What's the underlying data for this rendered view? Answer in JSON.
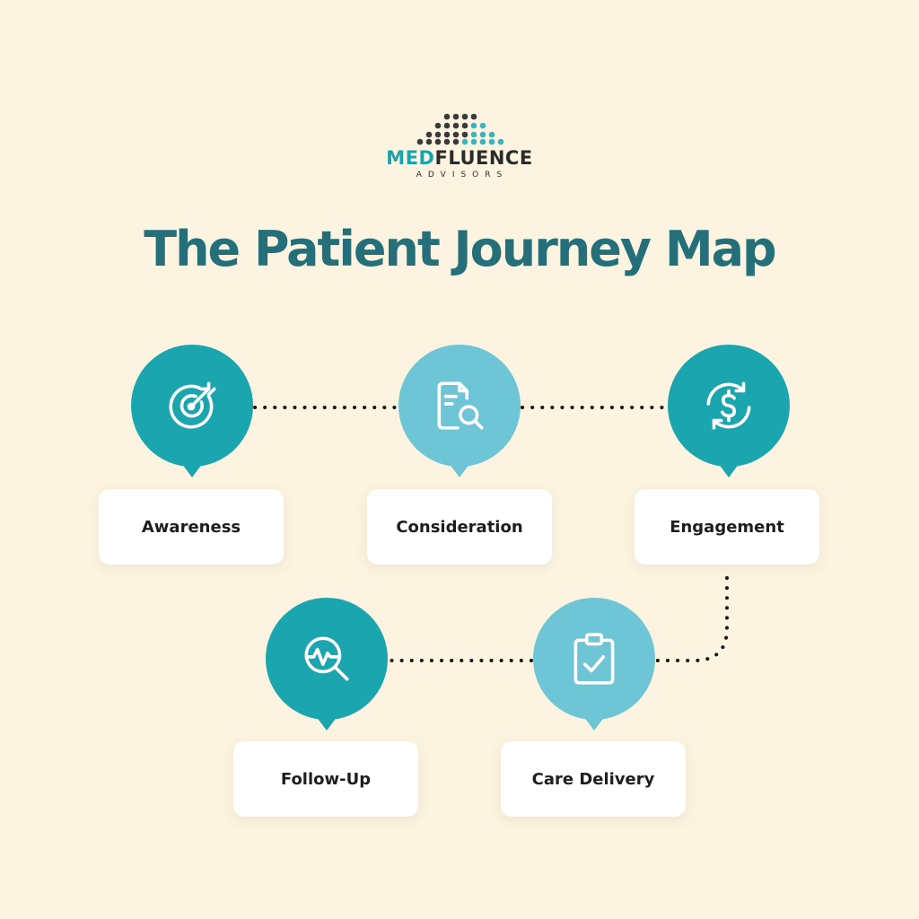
{
  "logo": {
    "name_accent": "MED",
    "name_rest": "FLUENCE",
    "subtitle": "ADVISORS"
  },
  "title": "The Patient Journey Map",
  "stages": [
    {
      "label": "Awareness",
      "icon": "target-icon"
    },
    {
      "label": "Consideration",
      "icon": "document-search-icon"
    },
    {
      "label": "Engagement",
      "icon": "dollar-cycle-icon"
    },
    {
      "label": "Care Delivery",
      "icon": "clipboard-check-icon"
    },
    {
      "label": "Follow-Up",
      "icon": "pulse-search-icon"
    }
  ],
  "colors": {
    "background": "#fcf4e0",
    "title": "#256f7a",
    "pin_dark": "#1ba5ae",
    "pin_light": "#6ec5d6",
    "logo_accent": "#1aa3ad",
    "text": "#1e1e1e"
  }
}
